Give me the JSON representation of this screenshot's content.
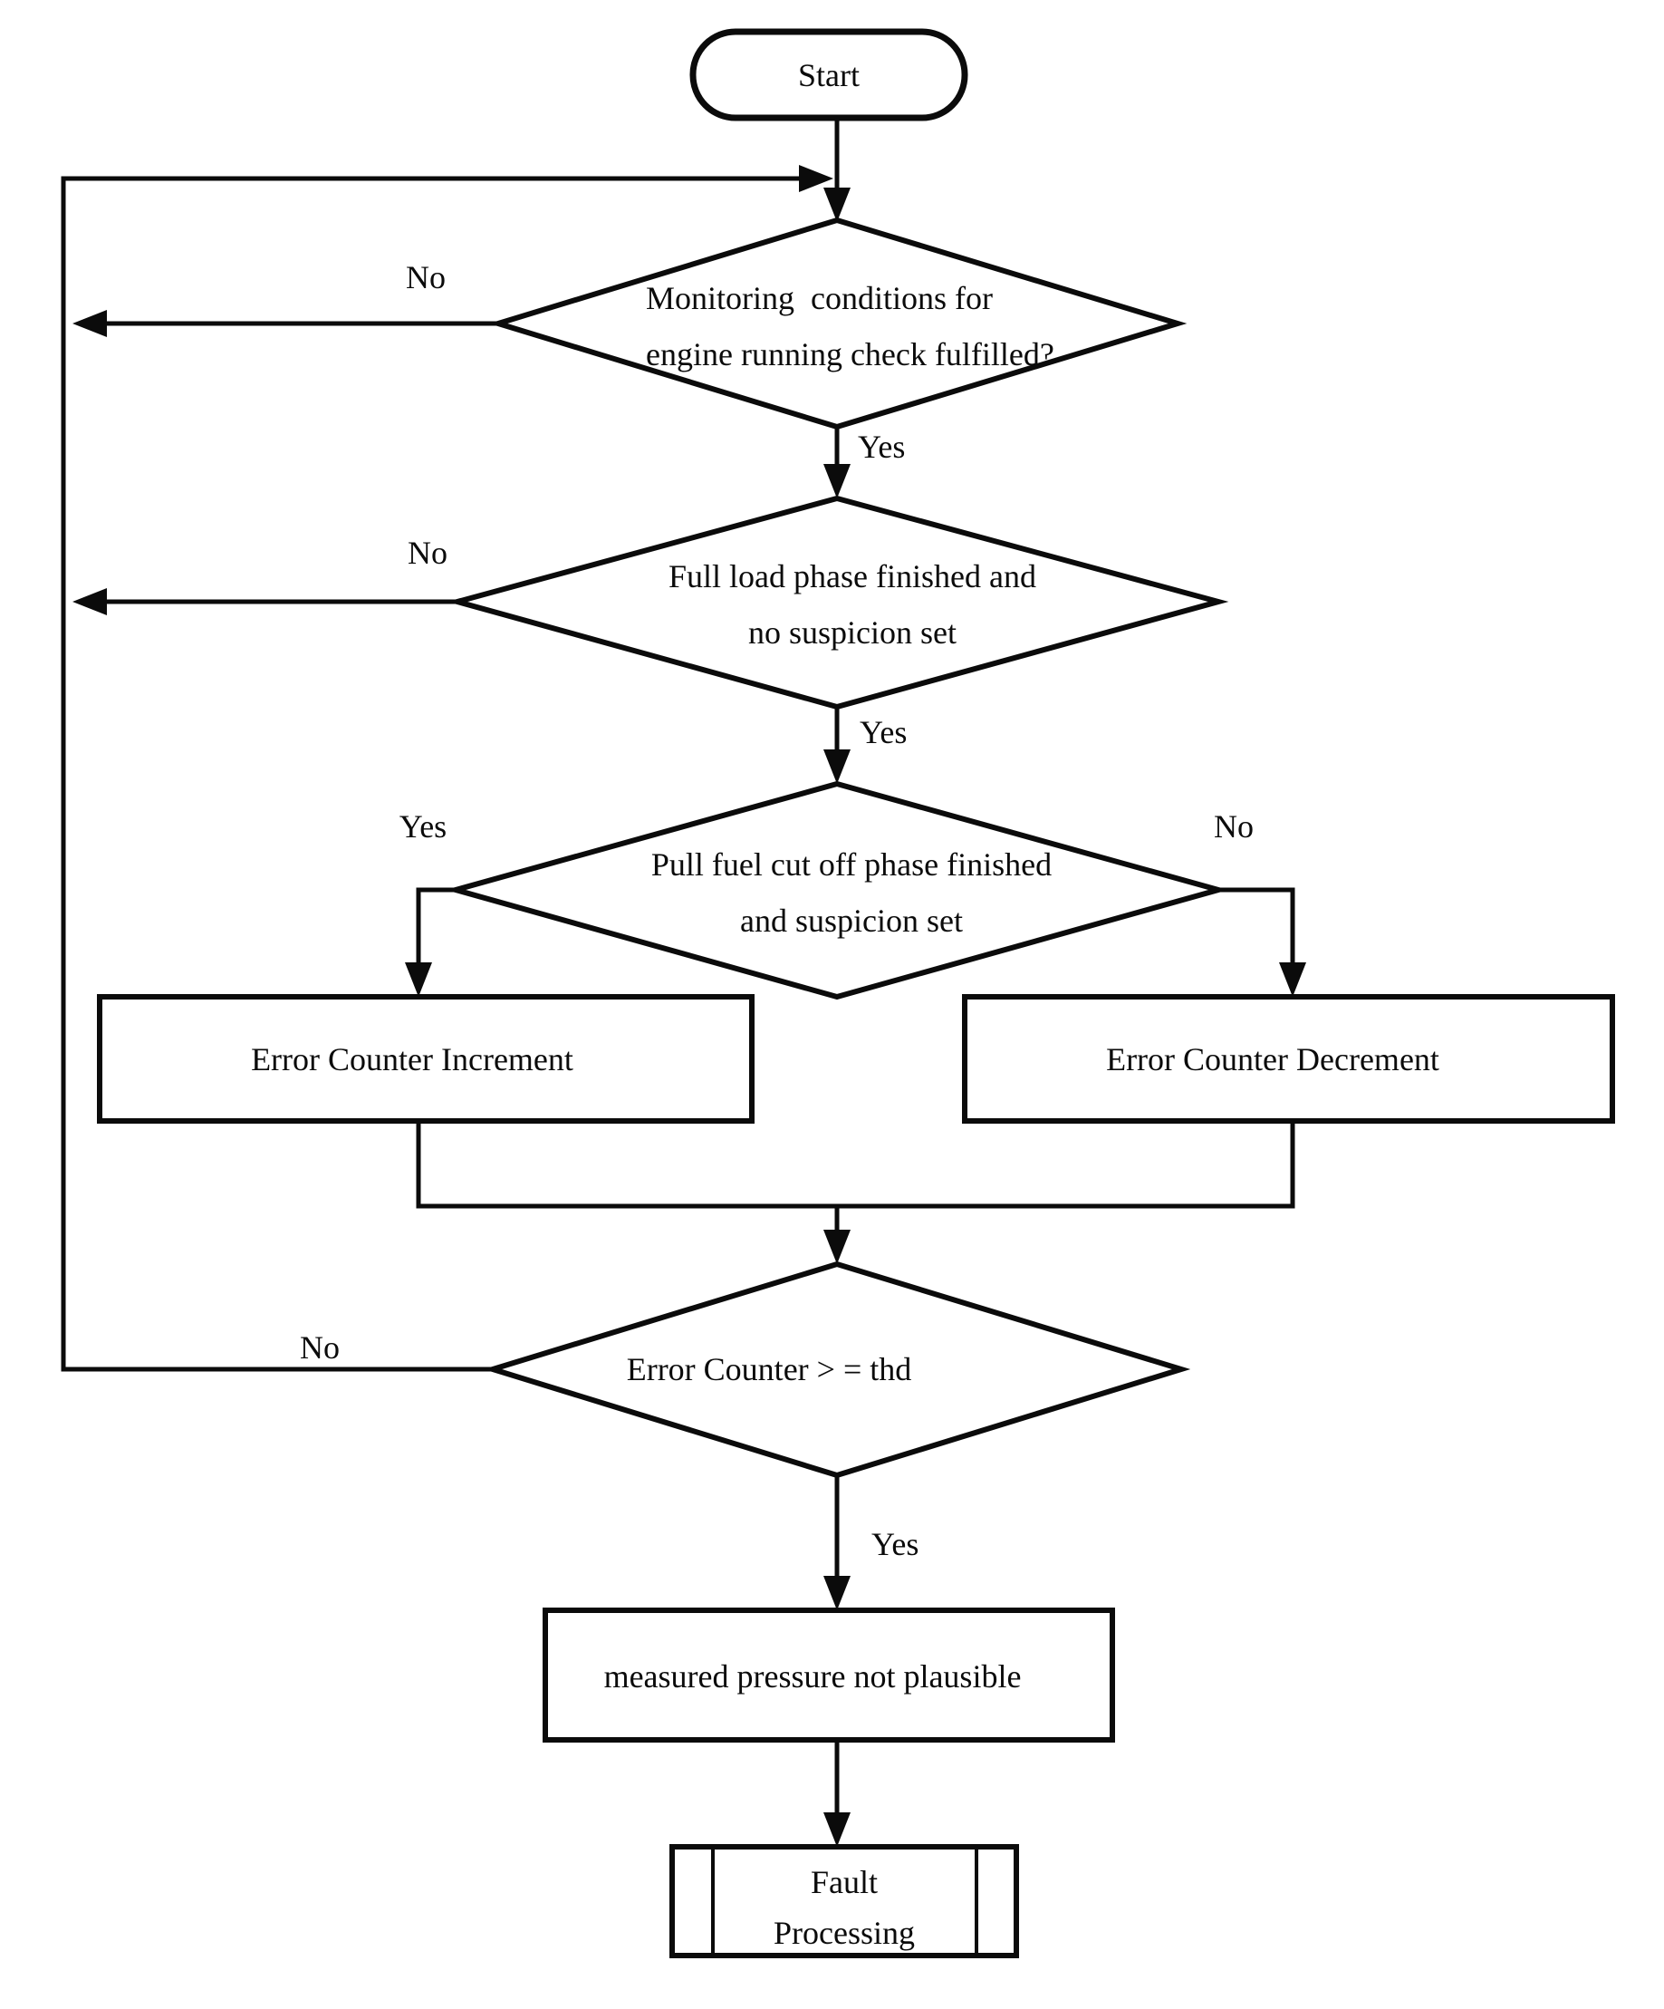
{
  "diagram": {
    "type": "flowchart",
    "colors": {
      "stroke": "#0b0b0b",
      "background": "#ffffff"
    },
    "nodes": {
      "start": {
        "type": "terminator",
        "label": "Start"
      },
      "d1": {
        "type": "decision",
        "line1": "Monitoring  conditions for",
        "line2": "engine running check fulfilled?"
      },
      "d2": {
        "type": "decision",
        "line1": "Full load phase finished and",
        "line2": "no suspicion set"
      },
      "d3": {
        "type": "decision",
        "line1": "Pull fuel cut off phase finished",
        "line2": "and suspicion set"
      },
      "inc": {
        "type": "process",
        "label": "Error Counter Increment"
      },
      "dec": {
        "type": "process",
        "label": "Error Counter Decrement"
      },
      "d4": {
        "type": "decision",
        "label": "Error Counter > = thd"
      },
      "pressure": {
        "type": "process",
        "label": "measured pressure not plausible"
      },
      "fault": {
        "type": "predefined-process",
        "line1": "Fault",
        "line2": "Processing"
      }
    },
    "edge_labels": {
      "d1_no": "No",
      "d1_yes": "Yes",
      "d2_no": "No",
      "d2_yes": "Yes",
      "d3_yes": "Yes",
      "d3_no": "No",
      "d4_no": "No",
      "d4_yes": "Yes"
    }
  }
}
